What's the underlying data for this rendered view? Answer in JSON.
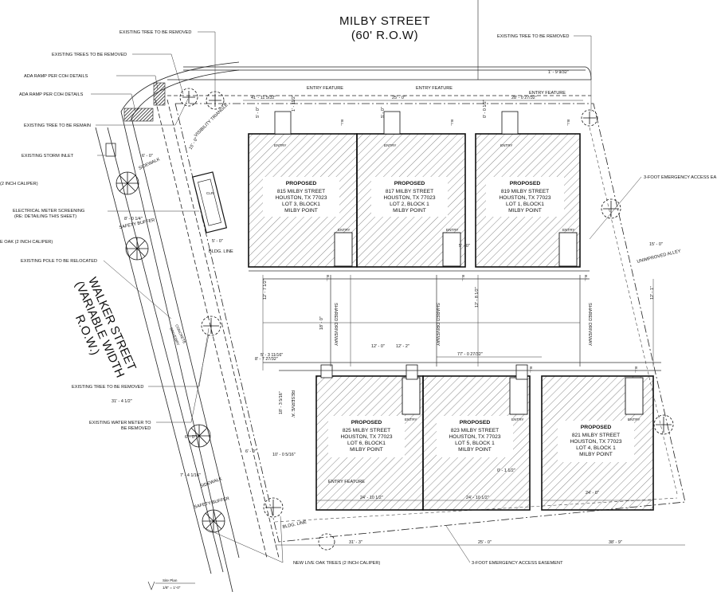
{
  "streets": {
    "top": {
      "name": "MILBY STREET",
      "row": "(60' R.O.W)"
    },
    "side": {
      "name": "WALKER STREET",
      "width": "(VARIABLE WIDTH",
      "row": "R.O.W.)"
    }
  },
  "lots_top": [
    {
      "label": "PROPOSED",
      "address": "815 MILBY STREET",
      "city": "HOUSTON, TX 77023",
      "lot": "LOT 3, BLOCK1",
      "sub": "MILBY POINT"
    },
    {
      "label": "PROPOSED",
      "address": "817 MILBY STREET",
      "city": "HOUSTON, TX 77023",
      "lot": "LOT 2, BLOCK 1",
      "sub": "MILBY POINT"
    },
    {
      "label": "PROPOSED",
      "address": "819 MILBY STREET",
      "city": "HOUSTON, TX 77023",
      "lot": "LOT 1, BLOCK1",
      "sub": "MILBY POINT"
    }
  ],
  "lots_bottom": [
    {
      "label": "PROPOSED",
      "address": "825 MILBY STREET",
      "city": "HOUSTON, TX 77023",
      "lot": "LOT 6, BLOCK1",
      "sub": "MILBY POINT"
    },
    {
      "label": "PROPOSED",
      "address": "823 MILBY STREET",
      "city": "HOUSTON, TX 77023",
      "lot": "LOT 5, BLOCK 1",
      "sub": "MILBY POINT"
    },
    {
      "label": "PROPOSED",
      "address": "821 MILBY STREET",
      "city": "HOUSTON, TX 77023",
      "lot": "LOT 4, BLOCK 1",
      "sub": "MILBY POINT"
    }
  ],
  "notes": {
    "tree_removed_1": "EXISTING TREE TO BE REMOVED",
    "trees_removed": "EXISTING TREES TO BE REMOVED",
    "ada_ramp_1": "ADA RAMP PER COH DETAILS",
    "ada_ramp_2": "ADA RAMP PER COH DETAILS",
    "tree_remain": "EXISTING TREE TO BE REMAIN",
    "storm_inlet": "EXISTING STORM INLET",
    "caliper": "(2 INCH CALIPER)",
    "meter_screening_1": "ELECTRICAL METER SCREENING",
    "meter_screening_2": "(RE: DETAILING THIS SHEET)",
    "oak_caliper": "E OAK (2 INCH CALIPER)",
    "pole_relocated": "EXISTING POLE TO BE RELOCATED",
    "tree_removed_2": "EXISTING TREE TO BE REMOVED",
    "water_meter_1": "EXISTING WATER METER TO",
    "water_meter_2": "BE REMOVED",
    "tree_removed_top": "EXISTING TREE TO BE REMOVED",
    "emergency_easement_side": "3-FOOT EMERGENCY ACCESS EA",
    "unimproved_alley": "UNIMPROVED ALLEY",
    "new_oaks": "NEW LIVE OAK TREES (2 INCH CALIPER)",
    "emergency_easement_bottom": "3-FOOT EMERGENCY ACCESS EASEMENT",
    "entry_feature": "ENTRY FEATURE",
    "visibility_triangle": "VISIBILITY TRIANGLE",
    "sidewalk": "SIDEWALK",
    "safety_buffer": "SAFETY BUFFER",
    "bldg_line": "BLDG. LINE",
    "shared_driveway": "SHARED DRIVEWAY",
    "concrete_driveway_1": "CONCRETE",
    "concrete_driveway_2": "DRIVEWAY",
    "reserve": "RESERVE 'A'",
    "clr": "CLR",
    "bl": "B.L.",
    "entry": "ENTRY"
  },
  "dims": {
    "d1": "41' - 11 5/32\"",
    "d2": "25' - 0\"",
    "d3": "28' - 0 27/32\"",
    "d4": "5' - 0\"",
    "d5": "1' - 11/2\"",
    "d6": "5' - 0\"",
    "d7": "0' - 0 1/2\"",
    "d8": "15' - 0\"",
    "d9": "6' - 0\"",
    "d10": "8' - 0 1/4\"",
    "d11": "5' - 0\"",
    "d12": "12' - 7 1/2\"",
    "d13": "12' - 8 1/2\"",
    "d14": "12' - 1\"",
    "d15": "18' - 0\"",
    "d16": "12' - 0\"",
    "d17": "12' - 2\"",
    "d18": "77' - 0 27/32\"",
    "d19": "5' - 3 11/16\"",
    "d20": "8' - 7 27/32\"",
    "d21": "18' - 3 5/16\"",
    "d22": "24' - 10 1/2\"",
    "d23": "24' - 10 1/2\"",
    "d24": "24' - 0\"",
    "d25": "31' - 3\"",
    "d26": "25' - 0\"",
    "d27": "38' - 9\"",
    "d28": "15' - 0\"",
    "d29": "7' - 4 1/16\"",
    "d30": "6' - 0\"",
    "d31": "10' - 0 5/16\"",
    "d32": "31' - 4 1/2\"",
    "d33": "0' - 1 1/2\"",
    "d34": "5' - 0\"",
    "d35": "1' - 9 9/32\"",
    "d36": "6' - 0\""
  },
  "sheet": {
    "title": "Site Plan",
    "scale": "1/8\" = 1'-0\""
  }
}
